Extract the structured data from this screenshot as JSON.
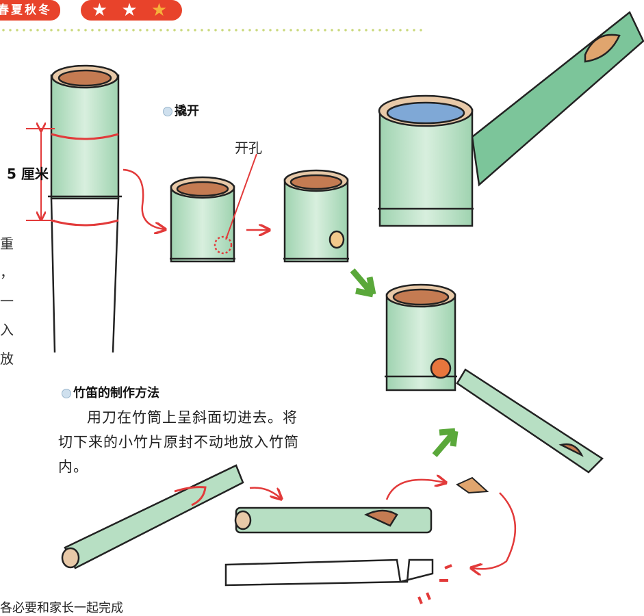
{
  "header": {
    "seasons_badge": "春夏秋冬",
    "stars": {
      "filled": "★ ★ ",
      "partial": "★"
    }
  },
  "bamboo_measure": {
    "length_label": "5 厘米"
  },
  "step_labels": {
    "pry_open": "撬开",
    "hole": "开孔"
  },
  "whistle": {
    "title": "竹笛的制作方法",
    "text": "用刀在竹筒上呈斜面切进去。将切下来的小竹片原封不动地放入竹筒内。"
  },
  "left_edge_chars": [
    "重",
    "，",
    "一",
    "入",
    "放"
  ],
  "footer_cut": "各必要和家长一起完成",
  "colors": {
    "badge_red": "#e8432b",
    "bamboo_green": "#b7dfc3",
    "arrow_red": "#e23a3a",
    "arrow_green": "#5aa83a"
  }
}
